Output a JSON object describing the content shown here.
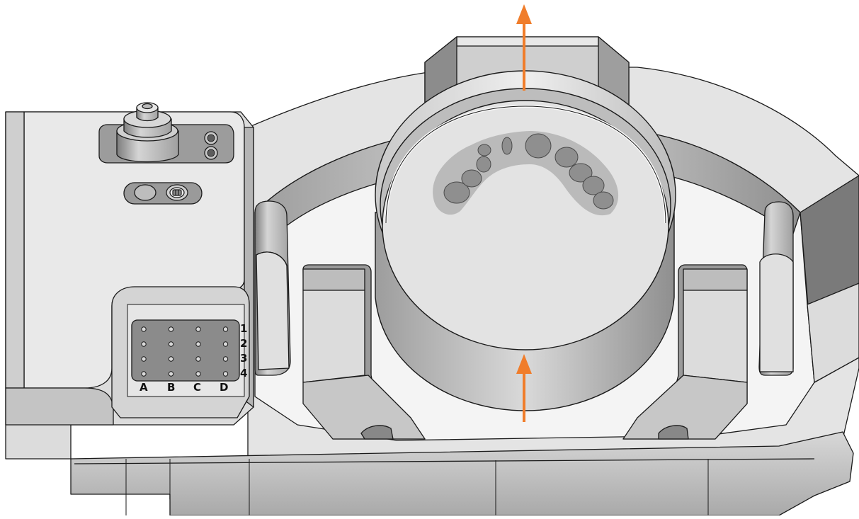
{
  "grid": {
    "row_labels": [
      "1",
      "2",
      "3",
      "4"
    ],
    "col_labels": [
      "A",
      "B",
      "C",
      "D"
    ]
  },
  "colors": {
    "outline": "#1a1a1a",
    "metal_light": "#e6e6e6",
    "metal_mid": "#cfcfcf",
    "metal_dark": "#8e8e8e",
    "recess": "#9a9a9a",
    "disc": "#e2e2e2",
    "teeth": "#a8a8a8",
    "arrow": "#f07d2b"
  },
  "icons": {
    "clamp_button": "clamp-knob-icon",
    "indicator": "switch-indicator-icon"
  }
}
